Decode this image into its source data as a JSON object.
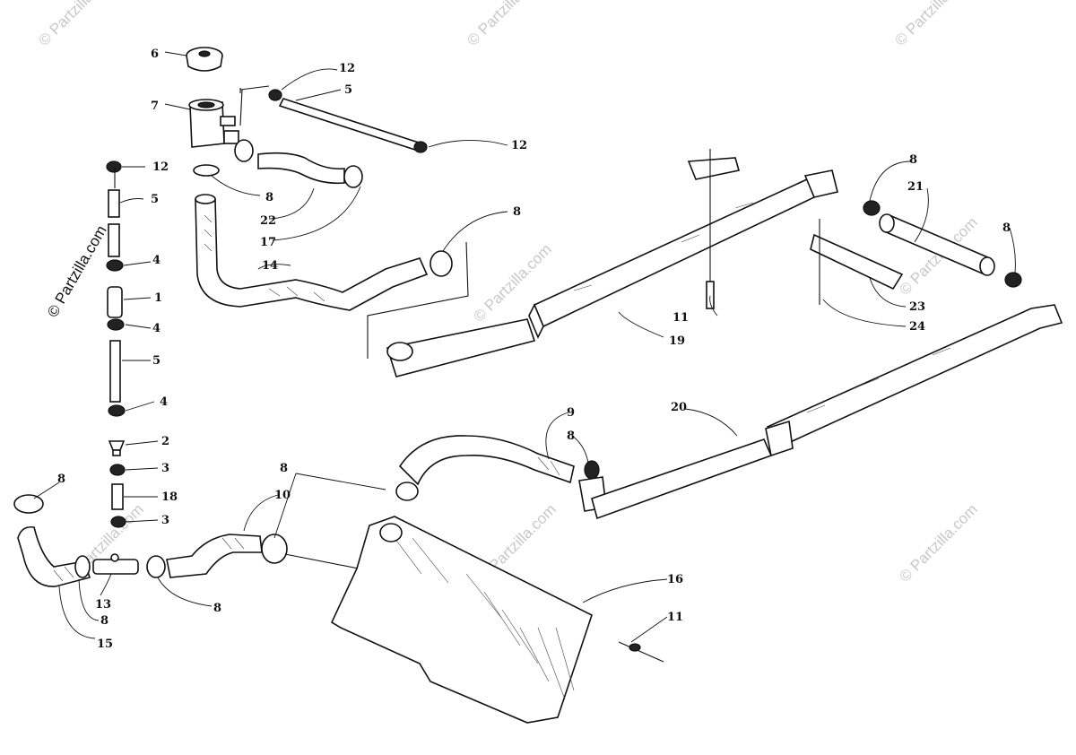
{
  "watermark": {
    "text": "© Partzilla.com",
    "short_text": "© Partzilla"
  },
  "callouts": [
    "1",
    "2",
    "3",
    "4",
    "5",
    "6",
    "7",
    "8",
    "9",
    "10",
    "11",
    "12",
    "13",
    "14",
    "15",
    "16",
    "17",
    "18",
    "19",
    "20",
    "21",
    "22",
    "23",
    "24"
  ],
  "colors": {
    "ink": "#111111",
    "watermark": "#c8c8c8",
    "background": "#ffffff"
  }
}
